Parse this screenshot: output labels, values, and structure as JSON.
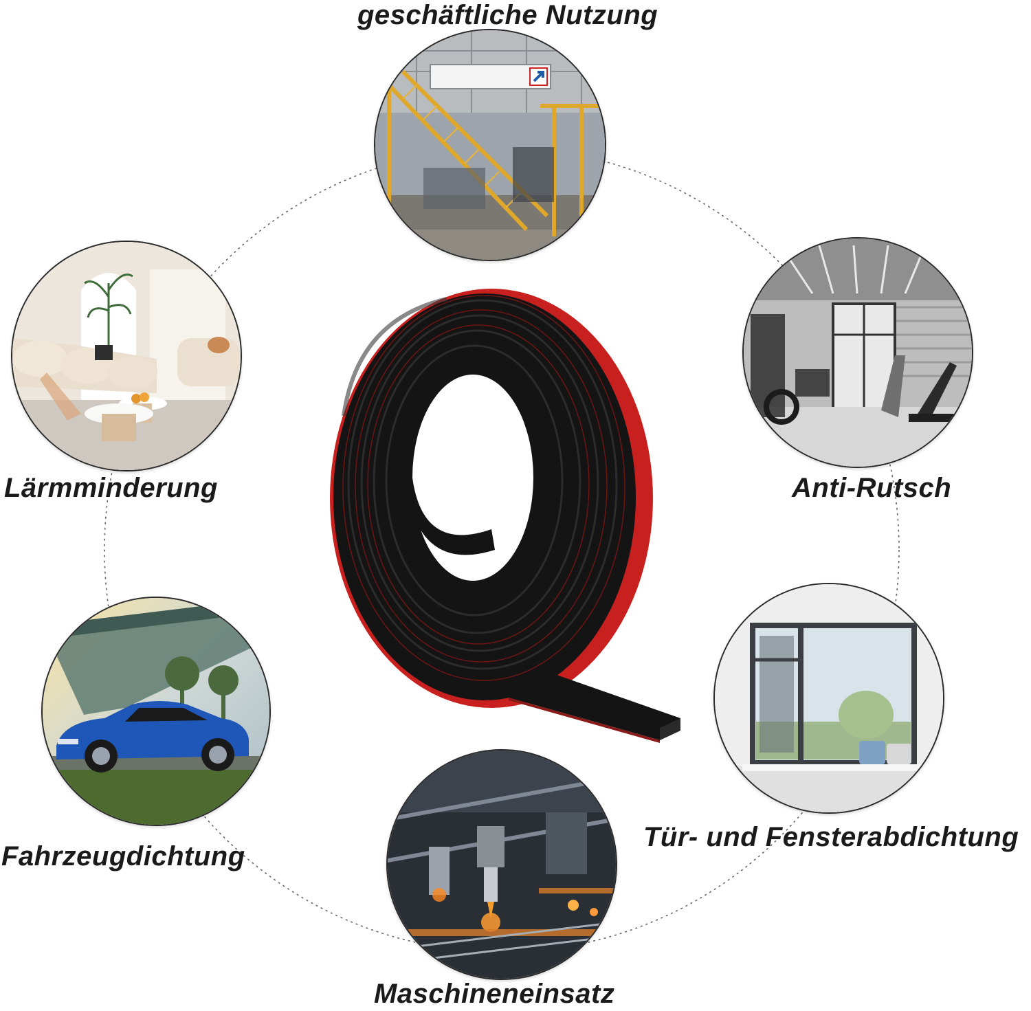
{
  "labels": {
    "top": "geschäftliche Nutzung",
    "left_upper": "Lärmminderung",
    "right_upper": "Anti-Rutsch",
    "left_lower": "Fahrzeugdichtung",
    "right_lower": "Tür- und Fensterabdichtung",
    "bottom": "Maschineneinsatz"
  },
  "colors": {
    "tape_black": "#141414",
    "tape_red": "#c8201e",
    "dotted_ring": "#555555",
    "label_text": "#1a1a1a"
  },
  "icons": {
    "top": "warehouse-staircase-photo",
    "left_upper": "living-room-photo",
    "right_upper": "gym-photo",
    "left_lower": "blue-car-photo",
    "right_lower": "window-photo",
    "bottom": "machinery-photo",
    "center": "rubber-tape-roll"
  }
}
